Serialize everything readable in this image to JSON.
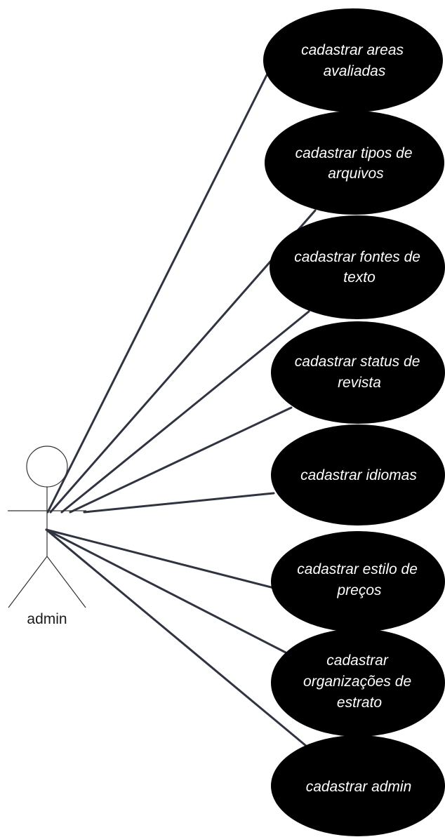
{
  "actor": {
    "name": "admin"
  },
  "use_cases": [
    {
      "lines": [
        "cadastrar  areas",
        "avaliadas"
      ]
    },
    {
      "lines": [
        "cadastrar  tipos de",
        "arquivos"
      ]
    },
    {
      "lines": [
        "cadastrar fontes de",
        "texto"
      ]
    },
    {
      "lines": [
        "cadastrar status de",
        "revista"
      ]
    },
    {
      "lines": [
        "cadastrar idiomas"
      ]
    },
    {
      "lines": [
        "cadastrar estilo de",
        "preços"
      ]
    },
    {
      "lines": [
        "cadastrar",
        "organizações de",
        "estrato"
      ]
    },
    {
      "lines": [
        "cadastrar admin"
      ]
    }
  ],
  "colors": {
    "ellipse_fill": "#000000",
    "ellipse_text": "#ffffff",
    "association_line": "#2f3440",
    "actor_stroke": "#333333"
  }
}
